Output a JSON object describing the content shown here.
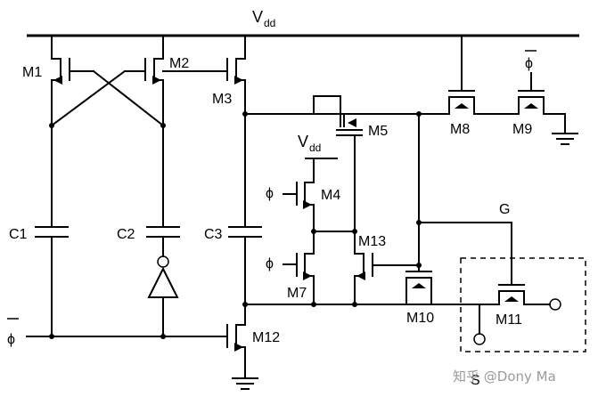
{
  "supply": {
    "main": "V",
    "sub": "dd"
  },
  "transistors": [
    "M1",
    "M2",
    "M3",
    "M4",
    "M5",
    "M7",
    "M8",
    "M9",
    "M10",
    "M11",
    "M12",
    "M13"
  ],
  "capacitors": [
    "C1",
    "C2",
    "C3"
  ],
  "signals": {
    "phi": "ϕ",
    "phi_bar": "ϕ",
    "gate": "G",
    "source": "S"
  },
  "watermark": "知乎 @Dony Ma"
}
